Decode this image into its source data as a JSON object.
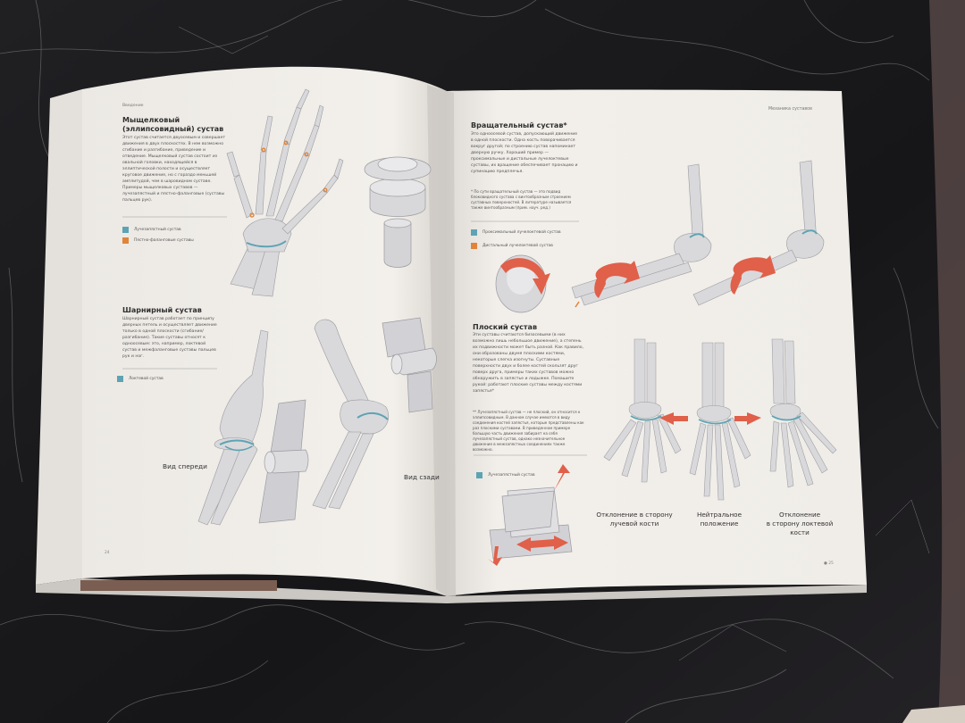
{
  "colors": {
    "joint_teal": "#5ea3b3",
    "accent_orange": "#e0843a",
    "arrow_red": "#e0604a",
    "page": "#f2efea",
    "bone": "#d9d9dc"
  },
  "left_page": {
    "running_head": "Введение",
    "page_number": "24",
    "condyloid": {
      "title_line1": "Мыщелковый",
      "title_line2": "(эллипсовидный) сустав",
      "body": "Этот сустав считается двуосевым и совершает движения в двух плоскостях. В нем возможно сгибание и разгибание, приведение и отведение. Мыщелковый сустав состоит из овальной головки, находящейся в эллиптической полости и осуществляет круговое движение, но с гораздо меньшей амплитудой, чем в шаровидном суставе. Примеры мыщелковых суставов — лучезапястный и пястно-фаланговые (суставы пальцев рук).",
      "legend": [
        "Лучезапястный сустав",
        "Пястно-фаланговые суставы"
      ]
    },
    "hinge": {
      "title": "Шарнирный сустав",
      "body": "Шарнирный сустав работает по принципу дверных петель и осуществляет движение только в одной плоскости (сгибание/разгибание). Такие суставы относят к одноосевым: это, например, локтевой сустав и межфаланговые суставы пальцев рук и ног.",
      "legend": [
        "Локтевой сустав"
      ]
    },
    "labels": {
      "front_view": "Вид спереди",
      "back_view": "Вид сзади"
    }
  },
  "right_page": {
    "running_head": "Механика суставов",
    "page_number": "25",
    "pivot": {
      "title": "Вращательный сустав*",
      "body": "Это одноосевой сустав, допускающий движение в одной плоскости. Одна кость поворачивается вокруг другой; по строению сустав напоминает дверную ручку. Хороший пример — проксимальные и дистальные лучелоктевые суставы, их вращение обеспечивает пронацию и супинацию предплечья.",
      "footnote": "* По сути вращательный сустав — это подвид блоковидного сустава с винтообразным строением суставных поверхностей. В литературе называется также винтообразным (прим. науч. ред.)",
      "legend": [
        "Проксимальный лучелоктевой сустав",
        "Дистальный лучелоктевой сустав"
      ]
    },
    "plane": {
      "title": "Плоский сустав",
      "body": "Эти суставы считаются бизосевыми (в них возможно лишь небольшое движение), а степень их подвижности может быть разной. Как правило, они образованы двумя плоскими костями, некоторые слегка изогнуты. Суставные поверхности двух и более костей скользят друг поверх друга, примеры таких суставов можно обнаружить в запястье и лодыжке. Помашите рукой: работают плоские суставы между костями запястья*",
      "footnote": "** Лучезапястный сустав — не плоский, он относится к эллипсовидным. В данном случае имеются в виду соединения костей запястья, которые представлены как раз плоскими суставами. В приведенном примере большую часть движения забирает на себя лучезапястный сустав, однако незначительное движение в межзапястных соединениях также возможно.",
      "legend": [
        "Лучезапястный сустав"
      ]
    },
    "captions": {
      "radial_1": "Отклонение в сторону",
      "radial_2": "лучевой кости",
      "neutral_1": "Нейтральное",
      "neutral_2": "положение",
      "ulnar_1": "Отклонение",
      "ulnar_2": "в сторону локтевой",
      "ulnar_3": "кости"
    }
  }
}
